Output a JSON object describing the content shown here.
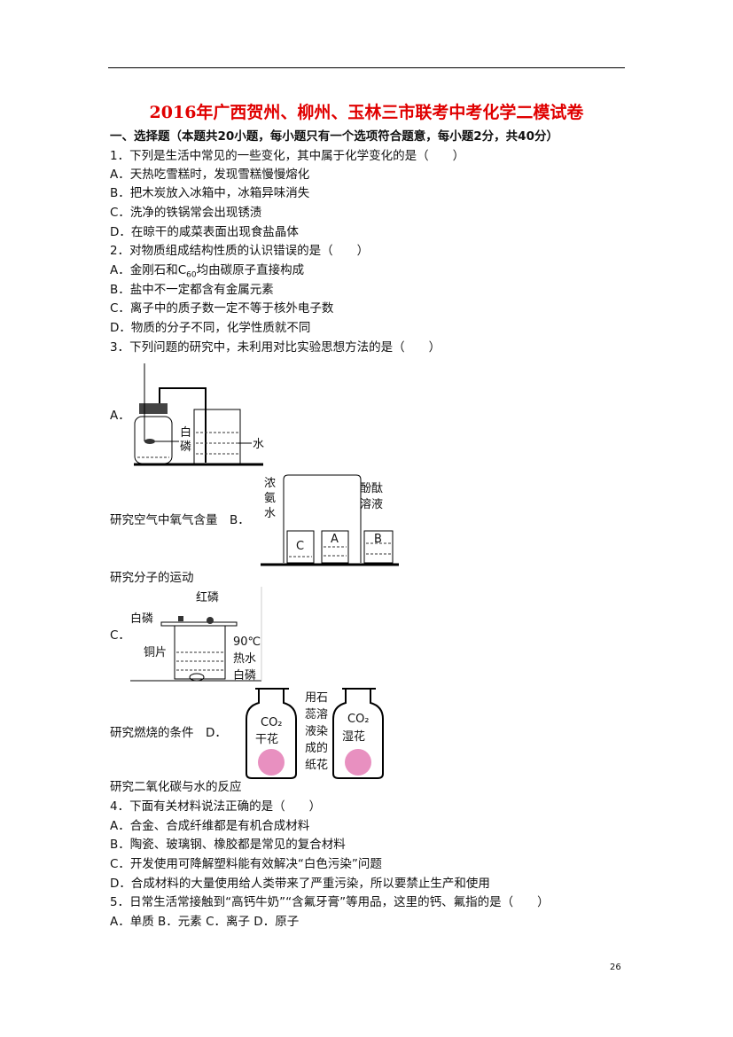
{
  "title": "2016年广西贺州、柳州、玉林三市联考中考化学二模试卷",
  "section": "一、选择题（本题共20小题，每小题只有一个选项符合题意，每小题2分，共40分）",
  "q1": {
    "stem": "1．下列是生活中常见的一些变化，其中属于化学变化的是（　　）",
    "a": "A．天热吃雪糕时，发现雪糕慢慢熔化",
    "b": "B．把木炭放入冰箱中，冰箱异味消失",
    "c": "C．洗净的铁锅常会出现锈渍",
    "d": "D．在晾干的咸菜表面出现食盐晶体"
  },
  "q2": {
    "stem": "2．对物质组成结构性质的认识错误的是（　　）",
    "a_pre": "A．金刚石和C",
    "a_sub": "60",
    "a_post": "均由碳原子直接构成",
    "b": "B．盐中不一定都含有金属元素",
    "c": "C．离子中的质子数一定不等于核外电子数",
    "d": "D．物质的分子不同，化学性质就不同"
  },
  "q3": {
    "stem": "3．下列问题的研究中，未利用对比实验思想方法的是（　　）",
    "a_label": "A．",
    "a_caption": "研究空气中氧气含量",
    "b_label": "B．",
    "b_caption": "研究分子的运动",
    "c_label": "C．",
    "c_caption": "研究燃烧的条件",
    "d_label": "D．",
    "d_caption": "研究二氧化碳与水的反应",
    "fig_a": {
      "white_p1": "白",
      "white_p2": "磷",
      "water": "水"
    },
    "fig_b": {
      "ammonia1": "浓",
      "ammonia2": "氨",
      "ammonia3": "水",
      "phenol1": "酚酞",
      "phenol2": "溶液",
      "c": "C",
      "a": "A",
      "b": "B"
    },
    "fig_c": {
      "red_p": "红磷",
      "white_p": "白磷",
      "copper": "铜片",
      "temp": "90℃",
      "hot_water": "热水",
      "white_p_bottom": "白磷"
    },
    "fig_d": {
      "co2_left": "CO₂",
      "dry": "干花",
      "co2_right": "CO₂",
      "wet": "湿花",
      "mid1": "用石",
      "mid2": "蕊溶",
      "mid3": "液染",
      "mid4": "成的",
      "mid5": "纸花"
    }
  },
  "q4": {
    "stem": "4．下面有关材料说法正确的是（　　）",
    "a": "A．合金、合成纤维都是有机合成材料",
    "b": "B．陶瓷、玻璃钢、橡胶都是常见的复合材料",
    "c": "C．开发使用可降解塑料能有效解决“白色污染”问题",
    "d": "D．合成材料的大量使用给人类带来了严重污染，所以要禁止生产和使用"
  },
  "q5": {
    "stem": "5．日常生活常接触到“高钙牛奶”“含氟牙膏”等用品，这里的钙、氟指的是（　　）",
    "options": "A．单质 B．元素 C．离子 D．原子"
  },
  "page_number": "26",
  "colors": {
    "title": "#e00000",
    "flower": "#e890c0"
  }
}
